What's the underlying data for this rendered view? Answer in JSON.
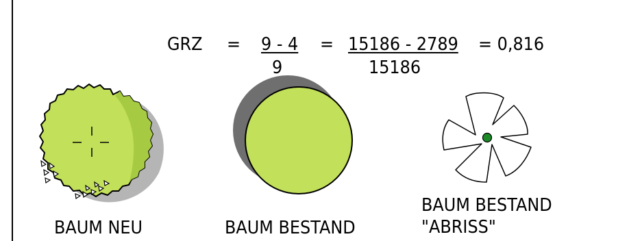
{
  "formula": {
    "lhs": "GRZ",
    "eq1": "=",
    "frac1_num": "9 - 4",
    "frac1_den": "9",
    "eq2": "=",
    "frac2_num": "15186 - 2789",
    "frac2_den": "15186",
    "result": "= 0,816"
  },
  "symbols": [
    {
      "label": "BAUM NEU",
      "icon": "new-tree-icon"
    },
    {
      "label": "BAUM BESTAND",
      "icon": "existing-tree-icon"
    },
    {
      "label_line1": "BAUM BESTAND",
      "label_line2": "\"ABRISS\"",
      "icon": "removed-tree-icon"
    }
  ],
  "colors": {
    "canopy": "#c2e05a",
    "canopy_dark": "#a6cb43",
    "shadow_light": "#b5b5b5",
    "shadow_dark": "#6f6f6f",
    "trunk": "#1d8a28"
  }
}
